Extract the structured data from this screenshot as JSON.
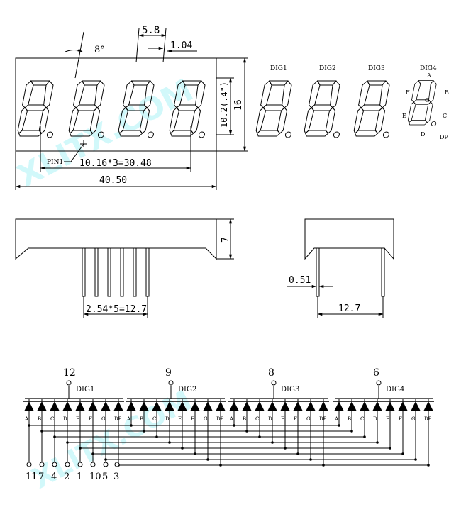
{
  "watermark": [
    "XLITX.COM",
    "XLITX.COM"
  ],
  "colors": {
    "ink": "#000000",
    "watermark": "#33e0ea"
  },
  "front_view": {
    "angle": "8°",
    "width_top": "5.8",
    "seg_width": "1.04",
    "digit_height": "10.2(.4\")",
    "height": "16",
    "pin1": "PIN1",
    "pitch": "10.16*3=30.48",
    "width": "40.50"
  },
  "digit_labels": [
    "DIG1",
    "DIG2",
    "DIG3",
    "DIG4"
  ],
  "segment_letters": {
    "A": "A",
    "B": "B",
    "C": "C",
    "D": "D",
    "E": "E",
    "F": "F",
    "G": "G",
    "DP": "DP"
  },
  "side_view": {
    "depth": "7",
    "pin_pitch": "2.54*5=12.7"
  },
  "end_view": {
    "pin_dia": "0.51",
    "row_spacing": "12.7"
  },
  "schematic": {
    "commons": [
      {
        "label": "DIG1",
        "pin": "12"
      },
      {
        "label": "DIG2",
        "pin": "9"
      },
      {
        "label": "DIG3",
        "pin": "8"
      },
      {
        "label": "DIG4",
        "pin": "6"
      }
    ],
    "seg_labels": [
      "A",
      "B",
      "C",
      "D",
      "E",
      "F",
      "G",
      "DP"
    ],
    "bottom_pins": [
      "11",
      "7",
      "4",
      "2",
      "1",
      "10",
      "5",
      "3"
    ]
  }
}
